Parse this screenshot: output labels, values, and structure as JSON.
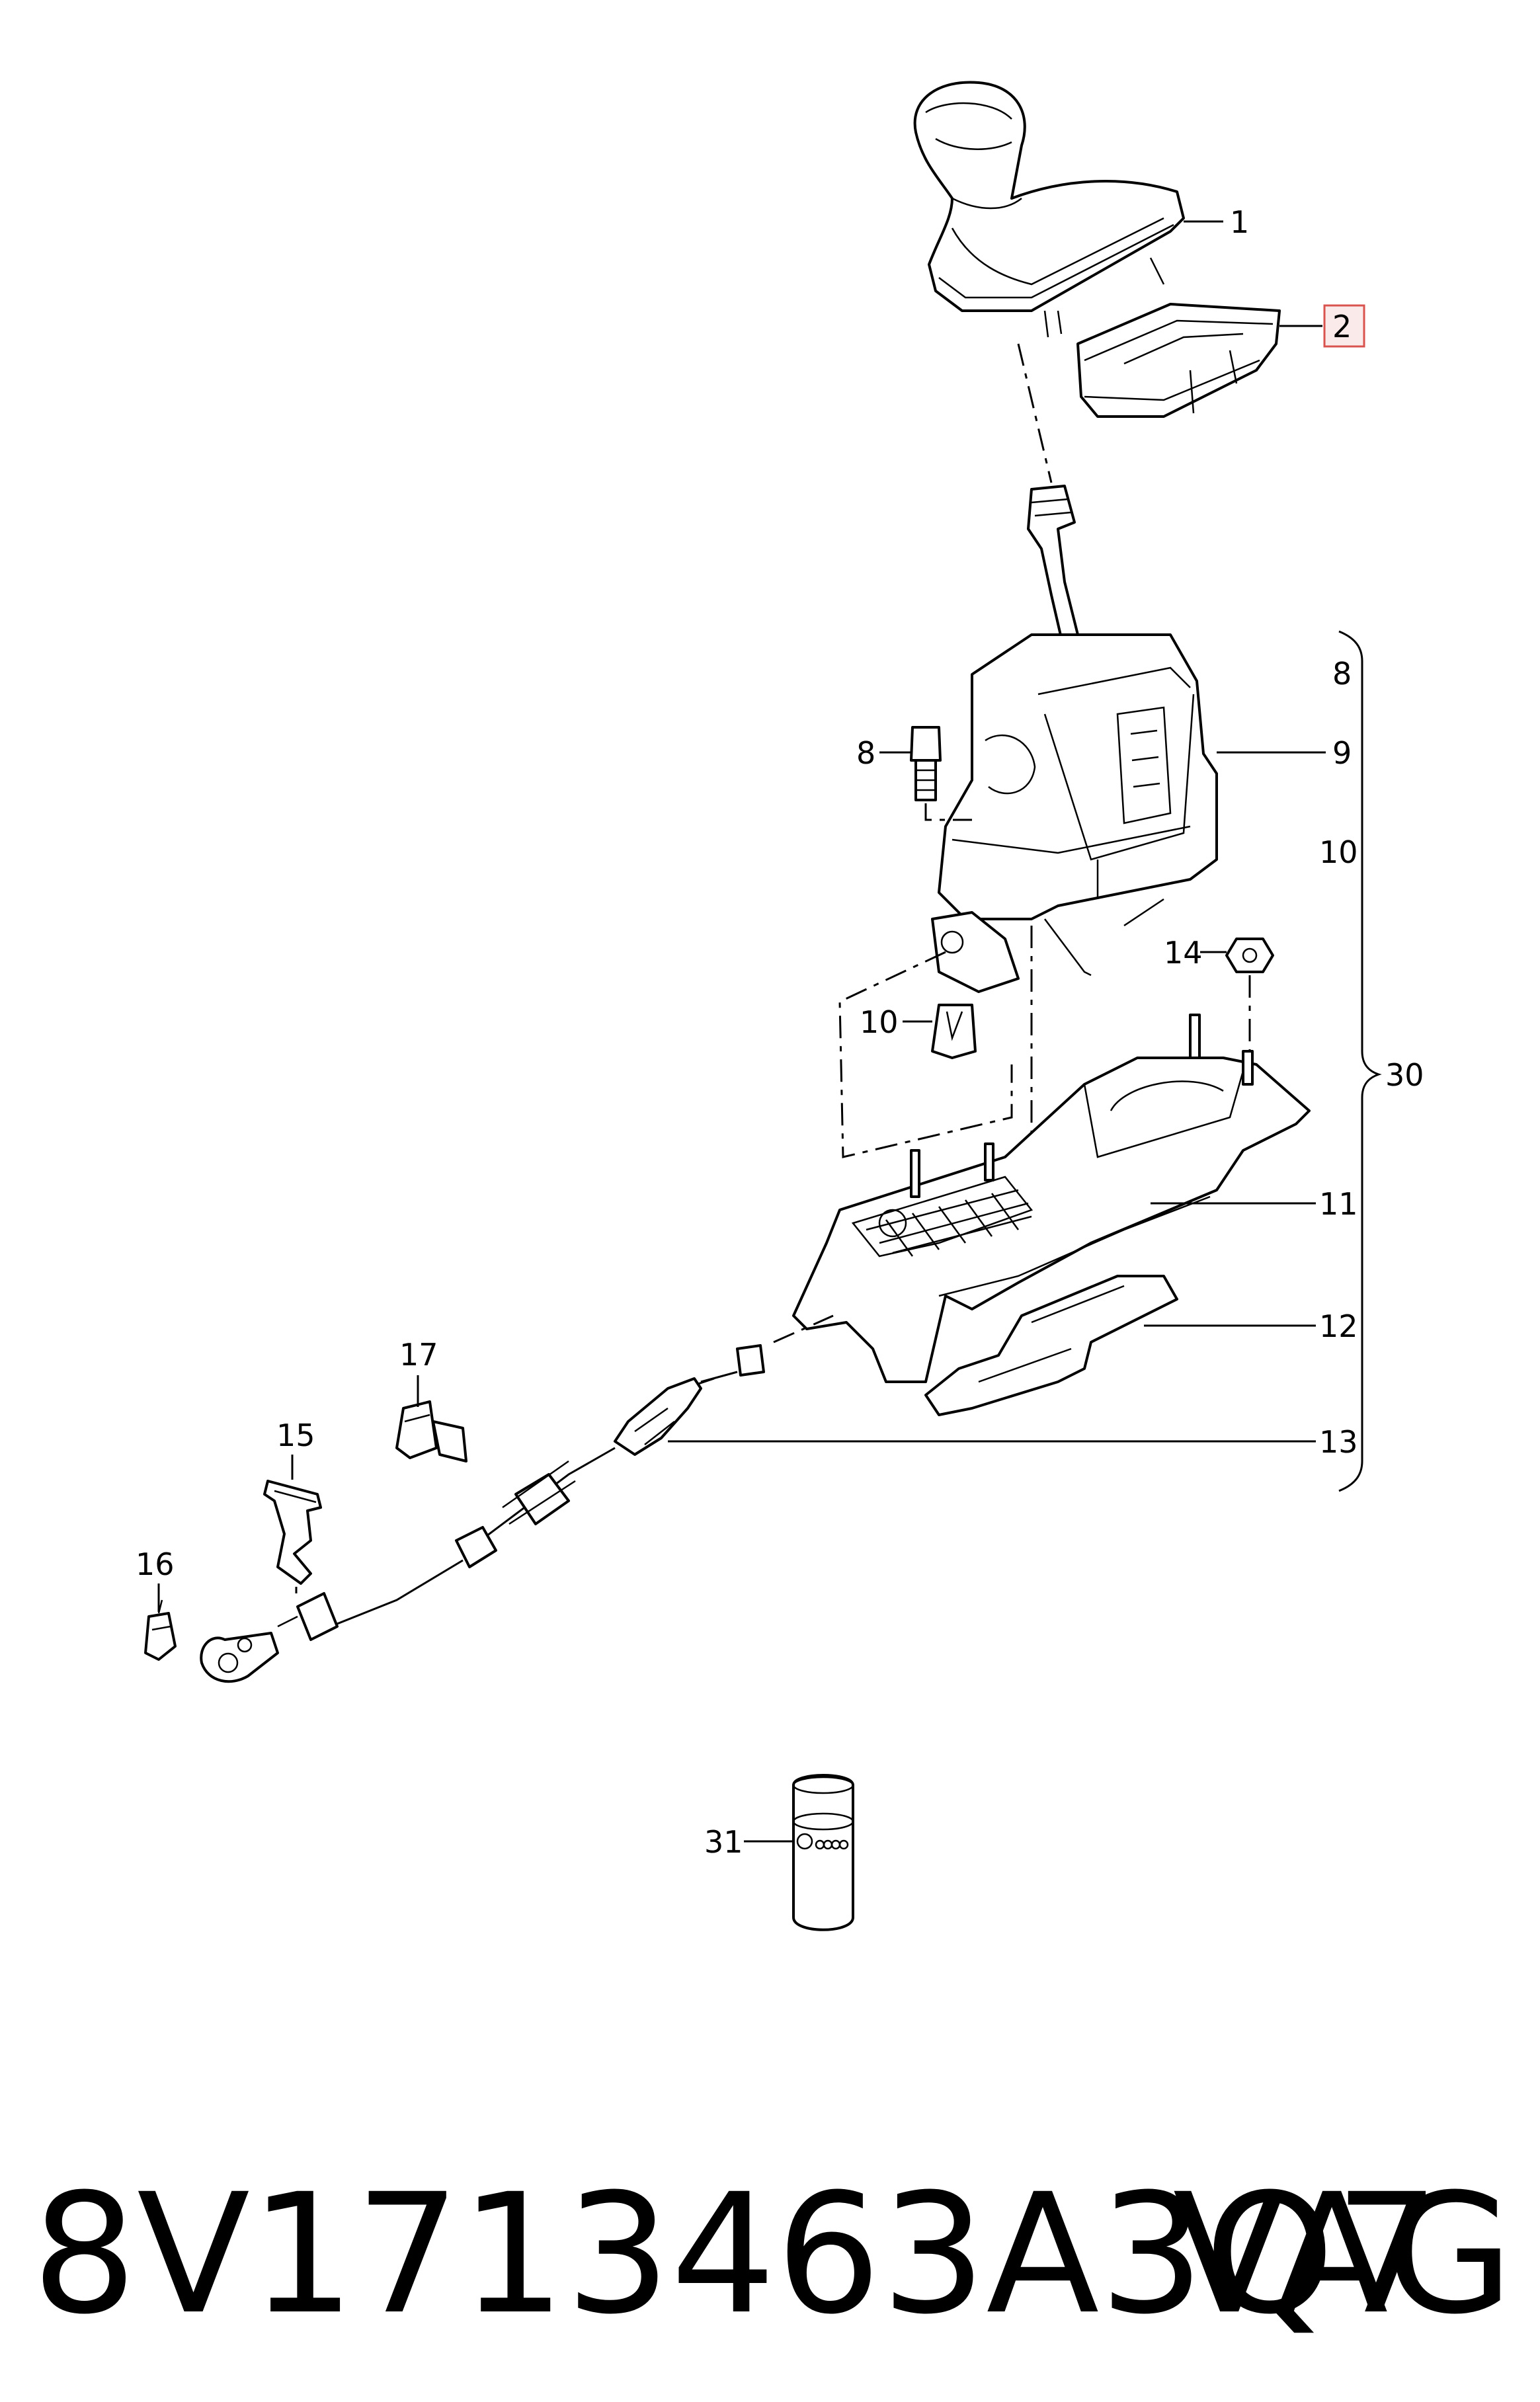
{
  "diagram": {
    "callouts": {
      "c1": "1",
      "c2": "2",
      "c8_right": "8",
      "c9": "9",
      "c10_right": "10",
      "c8_left": "8",
      "c14": "14",
      "c10_left": "10",
      "c30": "30",
      "c11": "11",
      "c12": "12",
      "c17": "17",
      "c15": "15",
      "c13": "13",
      "c16": "16",
      "c31": "31"
    },
    "highlighted_callout": "2",
    "highlight_color": "#d9534f"
  },
  "footer": {
    "part_number": "8V1713463A3Q7",
    "brand": "VAG"
  }
}
